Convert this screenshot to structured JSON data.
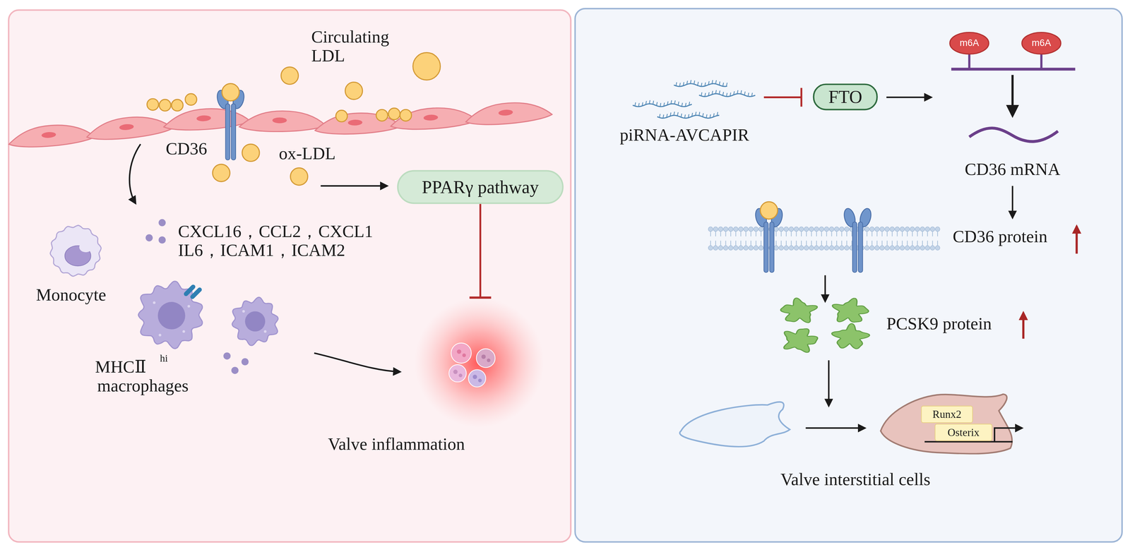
{
  "diagram": {
    "nodes": [
      {
        "text": [
          "PPARγ pathway"
        ]
      },
      {
        "text": [
          "Valve inflammation"
        ]
      },
      {
        "text": [
          "FTO"
        ]
      },
      {
        "text": [
          "m6A"
        ]
      },
      {
        "text": [
          "m6A"
        ]
      },
      {
        "text": [
          "Runx2"
        ]
      },
      {
        "text": [
          "Osterix"
        ]
      }
    ],
    "edges": [
      {
        "from": 0,
        "to": 1,
        "arrow": "to"
      }
    ],
    "labels": [
      "Circulating LDL",
      "CD36",
      "ox-LDL",
      "CXCL16，CCL2，CXCL1",
      "IL6，ICAM1，ICAM2",
      "Monocyte",
      "MHCⅡ",
      "hi",
      "macrophages",
      "piRNA-AVCAPIR",
      "CD36 mRNA",
      "CD36 protein",
      "PCSK9 protein",
      "Valve interstitial cells"
    ]
  }
}
